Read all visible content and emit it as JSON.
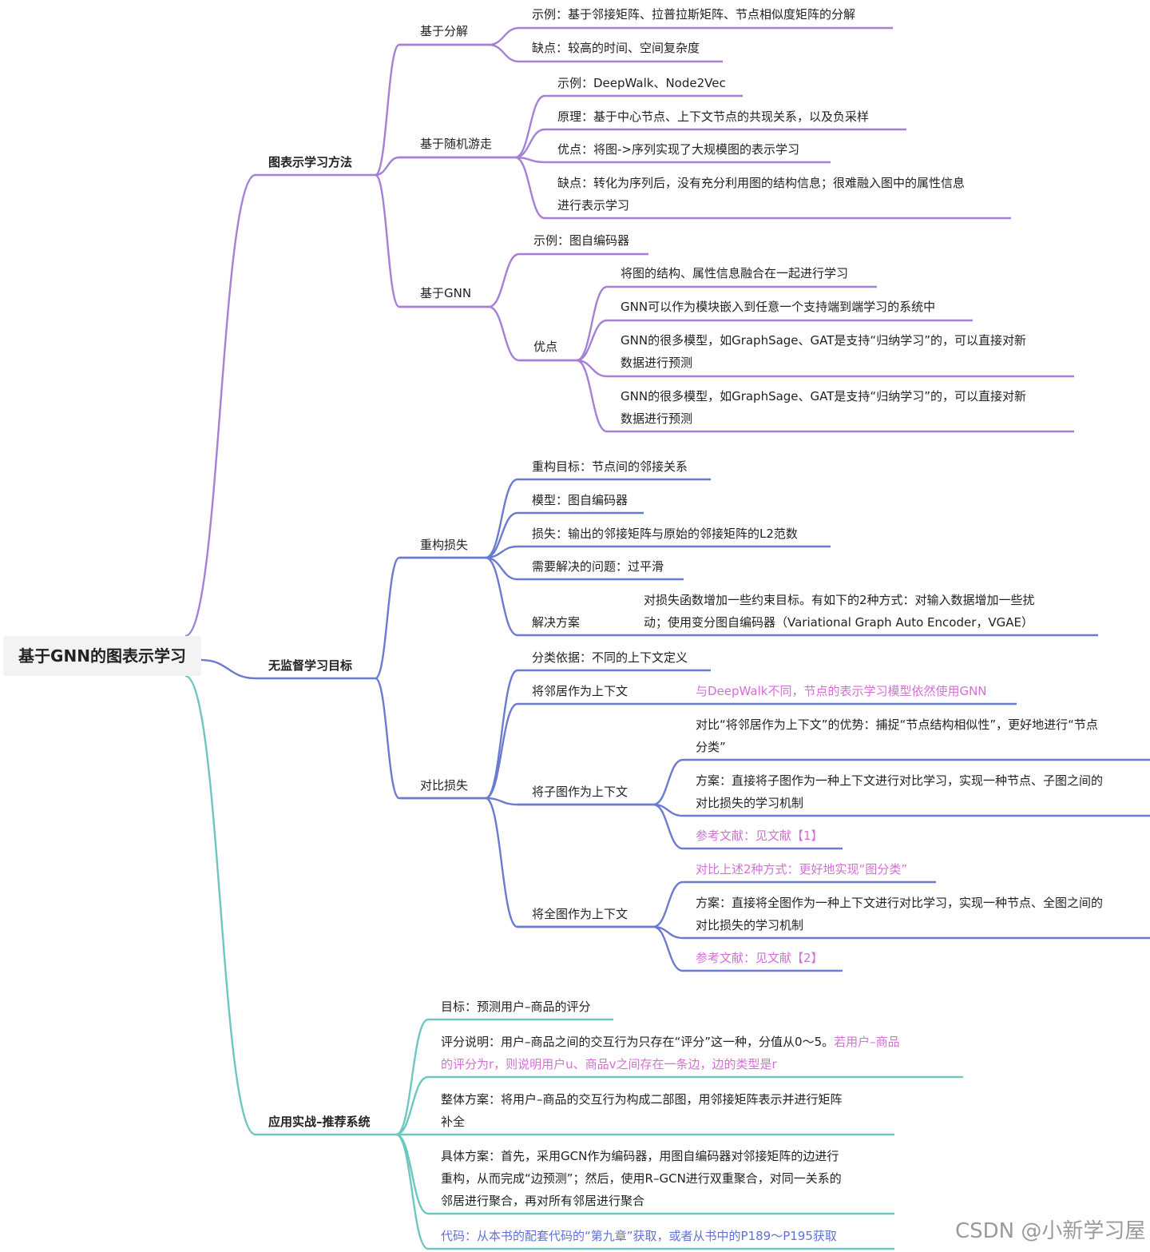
{
  "root": "基于GNN的图表示学习",
  "colors": {
    "purple": "#a67fd6",
    "indigo": "#6b7bd0",
    "teal": "#6cc7c1",
    "pink": "#d56fd6",
    "blue": "#5f72d4",
    "root_bg": "#f3f3f3"
  },
  "branches": {
    "method": {
      "label": "图表示学习方法",
      "decomp": {
        "label": "基于分解",
        "items": [
          "示例：基于邻接矩阵、拉普拉斯矩阵、节点相似度矩阵的分解",
          "缺点：较高的时间、空间复杂度"
        ]
      },
      "walk": {
        "label": "基于随机游走",
        "items": [
          "示例：DeepWalk、Node2Vec",
          "原理：基于中心节点、上下文节点的共现关系，以及负采样",
          "优点：将图->序列实现了大规模图的表示学习",
          "缺点：转化为序列后，没有充分利用图的结构信息；很难融入图中的属性信息\n进行表示学习"
        ]
      },
      "gnn": {
        "label": "基于GNN",
        "example": "示例：图自编码器",
        "adv_label": "优点",
        "advantages": [
          "将图的结构、属性信息融合在一起进行学习",
          "GNN可以作为模块嵌入到任意一个支持端到端学习的系统中",
          "GNN的很多模型，如GraphSage、GAT是支持“归纳学习”的，可以直接对新\n数据进行预测",
          "GNN的很多模型，如GraphSage、GAT是支持“归纳学习”的，可以直接对新\n数据进行预测"
        ]
      }
    },
    "unsup": {
      "label": "无监督学习目标",
      "recon": {
        "label": "重构损失",
        "items": [
          "重构目标：节点间的邻接关系",
          "模型：图自编码器",
          "损失：输出的邻接矩阵与原始的邻接矩阵的L2范数",
          "需要解决的问题：过平滑"
        ],
        "solution_label": "解决方案",
        "solution_text": "对损失函数增加一些约束目标。有如下的2种方式：对输入数据增加一些扰\n动；使用变分图自编码器（Variational Graph Auto Encoder，VGAE）"
      },
      "contrast": {
        "label": "对比损失",
        "basis": "分类依据：不同的上下文定义",
        "neighbor": {
          "label": "将邻居作为上下文",
          "note": "与DeepWalk不同，节点的表示学习模型依然使用GNN"
        },
        "subgraph": {
          "label": "将子图作为上下文",
          "items": [
            "对比“将邻居作为上下文”的优势：捕捉“节点结构相似性”，更好地进行“节点\n分类”",
            "方案：直接将子图作为一种上下文进行对比学习，实现一种节点、子图之间的\n对比损失的学习机制"
          ],
          "ref": "参考文献：见文献【1】"
        },
        "graph": {
          "label": "将全图作为上下文",
          "note": "对比上述2种方式：更好地实现“图分类”",
          "item": "方案：直接将全图作为一种上下文进行对比学习，实现一种节点、全图之间的\n对比损失的学习机制",
          "ref": "参考文献：见文献【2】"
        }
      }
    },
    "app": {
      "label": "应用实战–推荐系统",
      "goal": "目标：预测用户–商品的评分",
      "rating_text": "评分说明：用户–商品之间的交互行为只存在“评分”这一种，分值从0～5。",
      "rating_pink_1": "若用户–商品",
      "rating_pink_2": "的评分为r，则说明用户u、商品v之间存在一条边，边的类型是r",
      "overall": "整体方案：将用户–商品的交互行为构成二部图，用邻接矩阵表示并进行矩阵\n补全",
      "detail": "具体方案：首先，采用GCN作为编码器，用图自编码器对邻接矩阵的边进行\n重构，从而完成“边预测”；然后，使用R–GCN进行双重聚合，对同一关系的\n邻居进行聚合，再对所有邻居进行聚合",
      "code": "代码：从本书的配套代码的“第九章”获取，或者从书中的P189～P195获取"
    }
  },
  "watermark": "CSDN @小新学习屋"
}
